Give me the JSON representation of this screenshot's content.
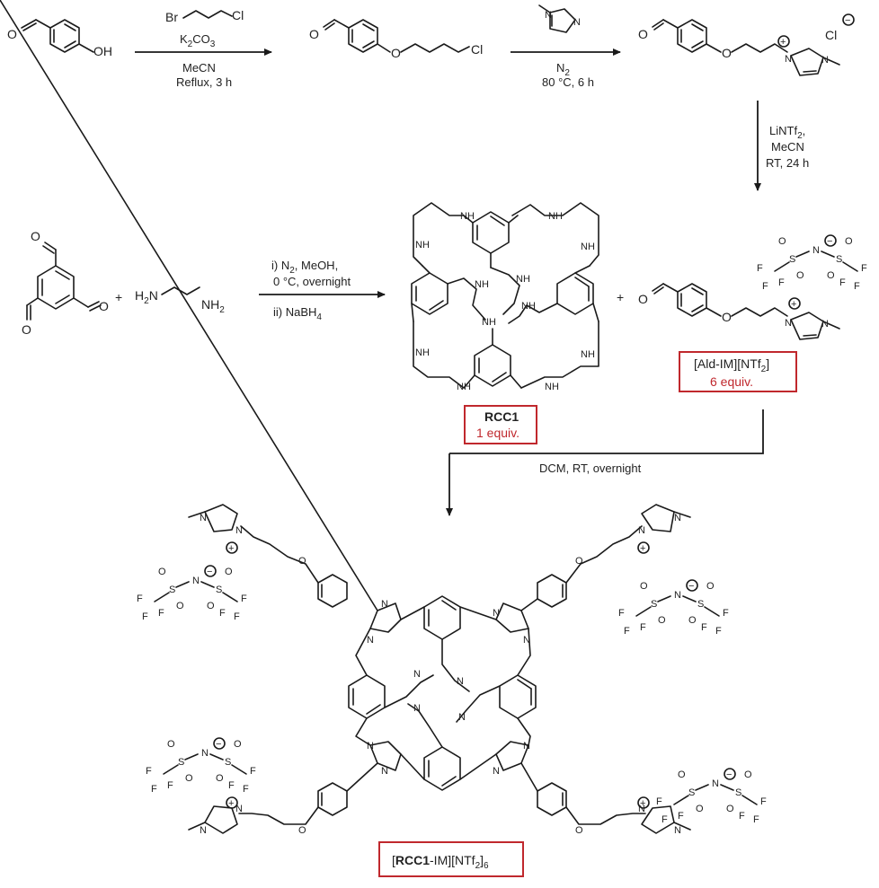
{
  "reactions": {
    "step1": {
      "reagent": "Br",
      "reagent_cl": "Cl",
      "base": "K",
      "base_sub": "2",
      "base_rest": "CO",
      "base_sub2": "3",
      "solvent": "MeCN",
      "condition": "Reflux, 3 h"
    },
    "step2": {
      "atmosphere": "N",
      "atmosphere_sub": "2",
      "condition": "80 °C, 6 h"
    },
    "step3": {
      "salt": "LiNTf",
      "salt_sub": "2",
      "salt_comma": ",",
      "solvent": "MeCN",
      "condition": "RT, 24 h"
    },
    "step4": {
      "line1": "i) N",
      "line1_sub": "2",
      "line1_rest": ", MeOH,",
      "line2": "0 °C, overnight",
      "line3": "ii) NaBH",
      "line3_sub": "4"
    },
    "step5": {
      "condition": "DCM, RT, overnight"
    }
  },
  "atoms": {
    "O": "O",
    "OH": "OH",
    "Cl": "Cl",
    "N": "N",
    "NH": "NH",
    "H2N_H": "H",
    "H2N_sub": "2",
    "H2N_N": "N",
    "NH2": "NH",
    "NH2_sub": "2",
    "S": "S",
    "F": "F",
    "plus_sign": "+",
    "minus": "−",
    "chloride": "Cl"
  },
  "labels": {
    "rcc1_name": "RCC1",
    "rcc1_equiv": "1 equiv.",
    "ald_name_a": "[Ald-IM][NTf",
    "ald_name_sub": "2",
    "ald_name_b": "]",
    "ald_equiv": "6 equiv.",
    "product_open": "[",
    "product_bold": "RCC1",
    "product_mid": "-IM][NTf",
    "product_sub1": "2",
    "product_close": "]",
    "product_sub2": "6"
  },
  "colors": {
    "box_outline": "#c0282d",
    "equiv_text": "#c0282d",
    "ink": "#1a1a1a"
  }
}
